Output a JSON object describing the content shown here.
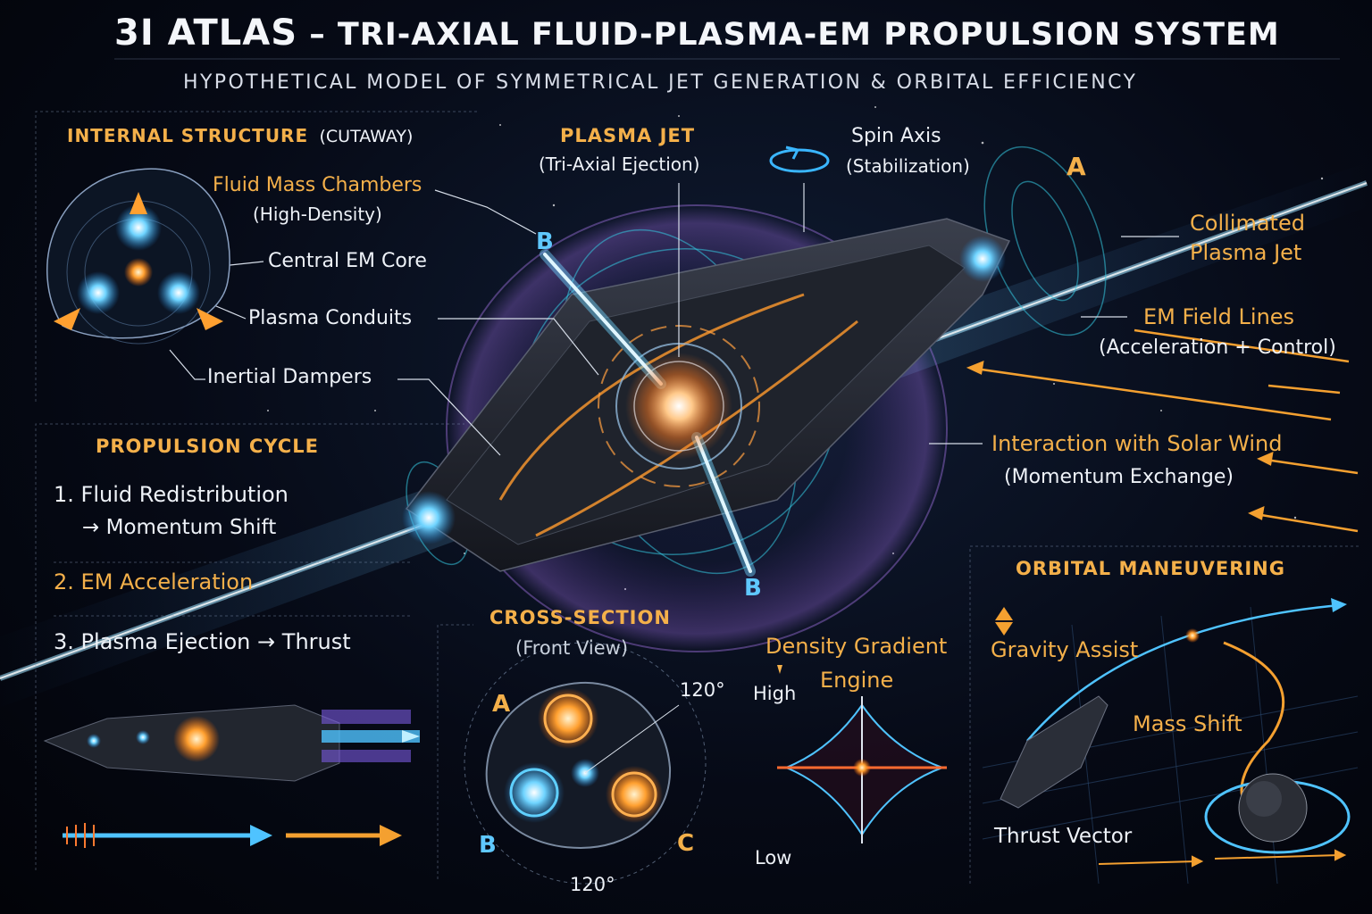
{
  "title": {
    "prefix": "3I ATLAS",
    "rest": "– TRI-AXIAL FLUID-PLASMA-EM PROPULSION SYSTEM"
  },
  "subtitle": "HYPOTHETICAL MODEL OF SYMMETRICAL JET GENERATION & ORBITAL EFFICIENCY",
  "internal": {
    "header": "INTERNAL STRUCTURE",
    "header_note": "(CUTAWAY)",
    "fluid": "Fluid Mass Chambers",
    "fluid_note": "(High-Density)",
    "core": "Central EM Core",
    "conduits": "Plasma Conduits",
    "dampers": "Inertial Dampers"
  },
  "cycle": {
    "header": "PROPULSION CYCLE",
    "step1_num": "1.",
    "step1": "Fluid Redistribution",
    "step1_arrow": "→",
    "step1_b": "Momentum Shift",
    "step2": "2. EM Acceleration",
    "step3_num": "3.",
    "step3": "Plasma Ejection",
    "step3_arrow": "→",
    "step3_b": "Thrust"
  },
  "center": {
    "jet": "PLASMA JET",
    "jet_note": "(Tri-Axial Ejection)",
    "spin": "Spin Axis",
    "spin_note": "(Stabilization)",
    "letter_a": "A",
    "letter_b_top": "B",
    "letter_b_bottom": "B"
  },
  "right": {
    "collimated_1": "Collimated",
    "collimated_2": "Plasma Jet",
    "em_field": "EM Field Lines",
    "em_field_note": "(Acceleration + Control)",
    "solar": "Interaction with Solar Wind",
    "solar_note": "(Momentum Exchange)"
  },
  "cross": {
    "header": "CROSS-SECTION",
    "note": "(Front View)",
    "a": "A",
    "b": "B",
    "c": "C",
    "angle_top": "120°",
    "angle_bottom": "120°"
  },
  "density": {
    "title_1": "Density Gradient",
    "title_2": "Engine",
    "high": "High",
    "low": "Low"
  },
  "orbital": {
    "header": "ORBITAL MANEUVERING",
    "gravity": "Gravity Assist",
    "mass": "Mass Shift",
    "thrust": "Thrust Vector"
  },
  "colors": {
    "accent": "#f4b04a",
    "plasma": "#4fc3ff",
    "core": "#ff9a2e",
    "purple": "#a070e0"
  }
}
